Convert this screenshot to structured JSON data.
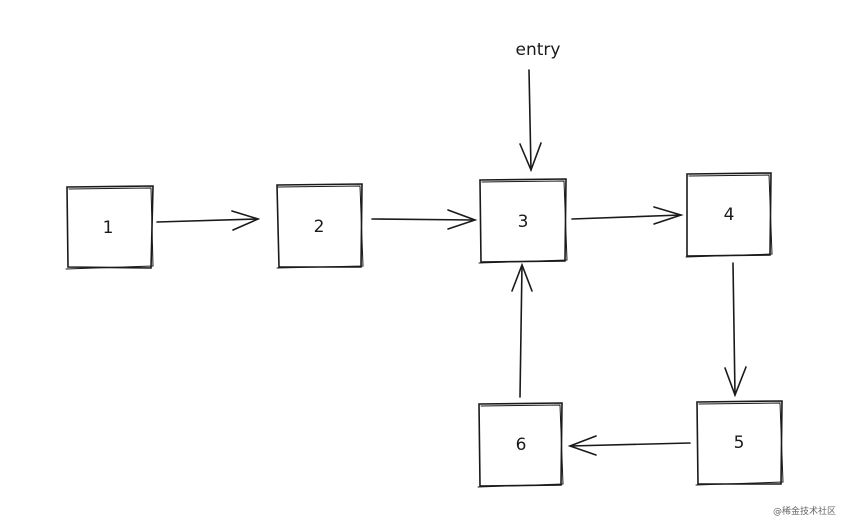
{
  "nodes": [
    {
      "id": "1",
      "label": "1"
    },
    {
      "id": "2",
      "label": "2"
    },
    {
      "id": "3",
      "label": "3"
    },
    {
      "id": "4",
      "label": "4"
    },
    {
      "id": "5",
      "label": "5"
    },
    {
      "id": "6",
      "label": "6"
    }
  ],
  "edges": [
    {
      "from": "1",
      "to": "2"
    },
    {
      "from": "2",
      "to": "3"
    },
    {
      "from": "3",
      "to": "4"
    },
    {
      "from": "4",
      "to": "5"
    },
    {
      "from": "5",
      "to": "6"
    },
    {
      "from": "6",
      "to": "3"
    }
  ],
  "entry": {
    "label": "entry",
    "target": "3"
  },
  "watermark": "@稀金技术社区",
  "colors": {
    "stroke": "#1a1a1a",
    "background": "#ffffff"
  }
}
